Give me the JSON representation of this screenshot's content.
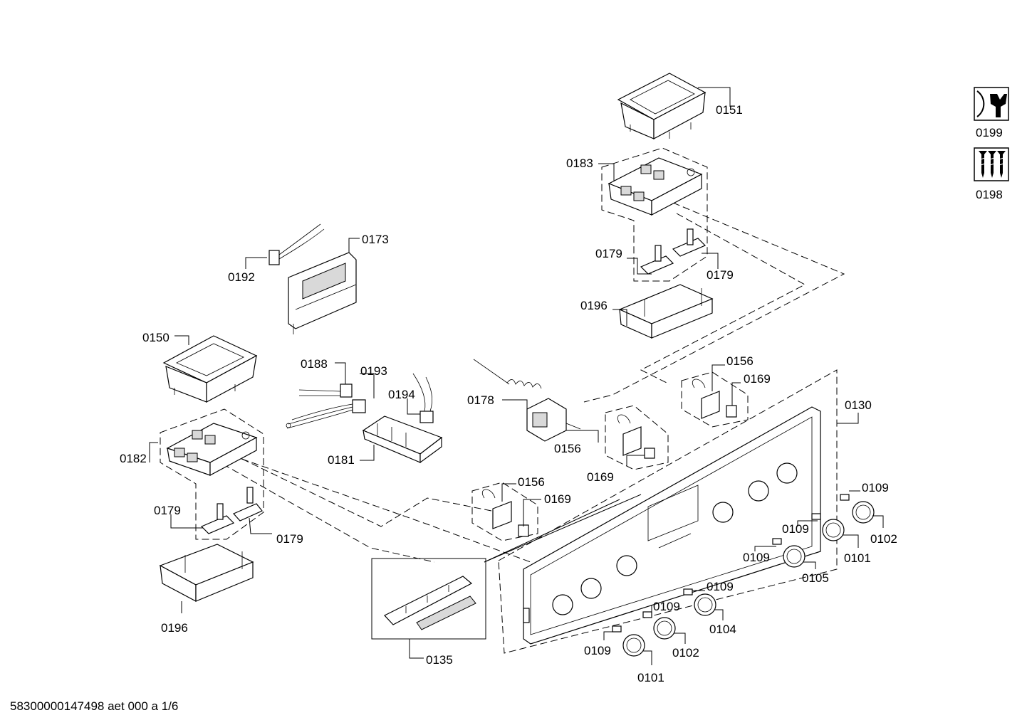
{
  "document_code": "58300000147498 aet 000 a 1/6",
  "labels": {
    "l0151": "0151",
    "l0183": "0183",
    "l0179a": "0179",
    "l0179b": "0179",
    "l0196a": "0196",
    "l0192": "0192",
    "l0173": "0173",
    "l0150": "0150",
    "l0188": "0188",
    "l0193": "0193",
    "l0194": "0194",
    "l0178": "0178",
    "l0156a": "0156",
    "l0169a": "0169",
    "l0156b": "0156",
    "l0169b": "0169",
    "l0130": "0130",
    "l0182": "0182",
    "l0181": "0181",
    "l0179c": "0179",
    "l0179d": "0179",
    "l0156c": "0156",
    "l0169c": "0169",
    "l0109a": "0109",
    "l0102a": "0102",
    "l0109b": "0109",
    "l0101a": "0101",
    "l0109c": "0109",
    "l0105": "0105",
    "l0109d": "0109",
    "l0104": "0104",
    "l0109e": "0109",
    "l0102b": "0102",
    "l0109f": "0109",
    "l0101b": "0101",
    "l0196b": "0196",
    "l0135": "0135",
    "l0199": "0199",
    "l0198": "0198"
  },
  "icons": {
    "tools": "wrench-icon",
    "screws": "screws-icon"
  }
}
